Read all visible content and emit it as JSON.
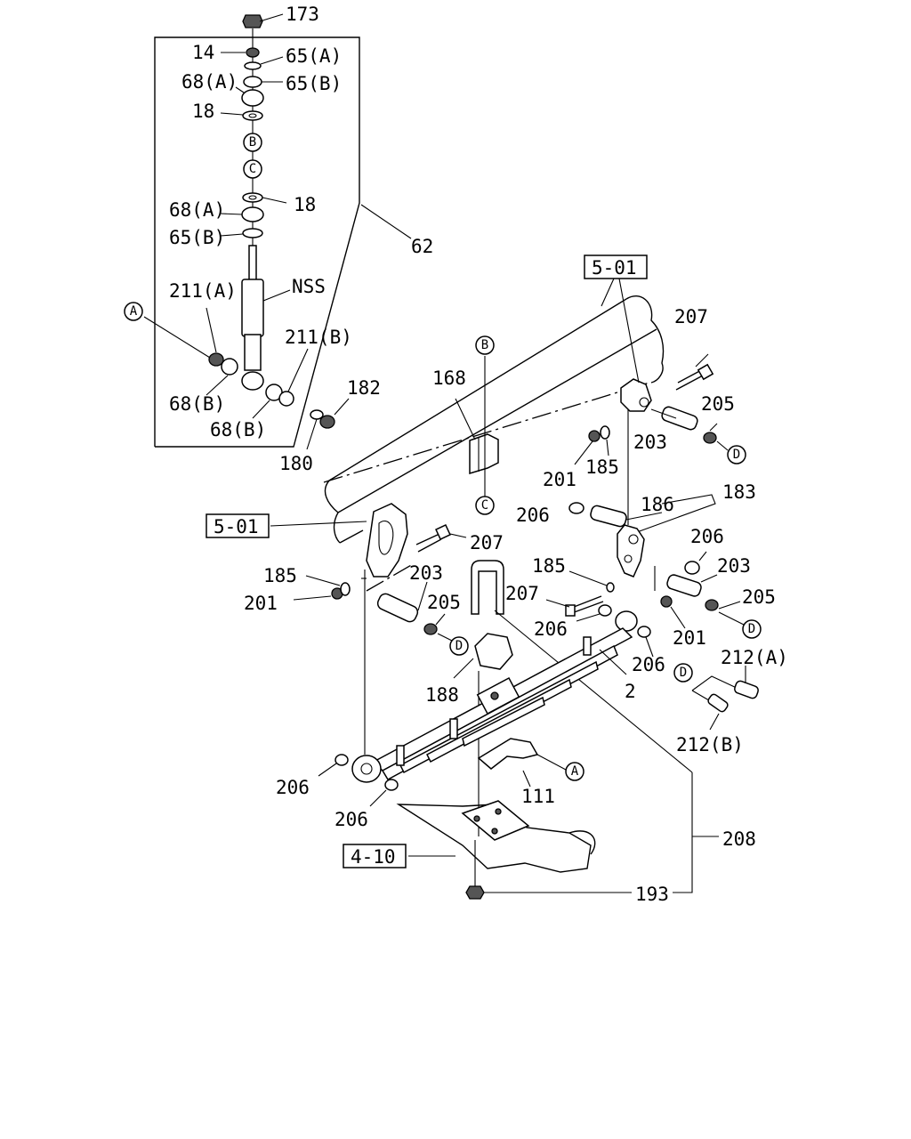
{
  "labels": {
    "l173": "173",
    "l14": "14",
    "l65a": "65(A)",
    "l68a_top": "68(A)",
    "l65b_top": "65(B)",
    "l18_top": "18",
    "l18_mid": "18",
    "l68a_mid": "68(A)",
    "l65b_mid": "65(B)",
    "l62": "62",
    "l211a": "211(A)",
    "lnss": "NSS",
    "l211b": "211(B)",
    "l68b_left": "68(B)",
    "l68b_right": "68(B)",
    "l182": "182",
    "l180": "180",
    "l168": "168",
    "l207_top": "207",
    "l205_top": "205",
    "l203_top": "203",
    "l185_top": "185",
    "l201_top": "201",
    "l206_a": "206",
    "l186": "186",
    "l183": "183",
    "l206_b": "206",
    "l203_right": "203",
    "l205_right": "205",
    "l201_right": "201",
    "l185_left": "185",
    "l201_left": "201",
    "l207_mid": "207",
    "l203_left": "203",
    "l205_left": "205",
    "l185_mid": "185",
    "l207_right": "207",
    "l206_c": "206",
    "l206_d": "206",
    "l2": "2",
    "l212a": "212(A)",
    "l212b": "212(B)",
    "l188": "188",
    "l111": "111",
    "l206_e": "206",
    "l206_f": "206",
    "l208": "208",
    "l193": "193"
  },
  "circled": {
    "a1": "A",
    "a2": "A",
    "b1": "B",
    "b2": "B",
    "c1": "C",
    "c2": "C",
    "d1": "D",
    "d2": "D",
    "d3": "D",
    "d4": "D"
  },
  "refs": {
    "r501_top": "5-01",
    "r501_left": "5-01",
    "r410": "4-10"
  }
}
